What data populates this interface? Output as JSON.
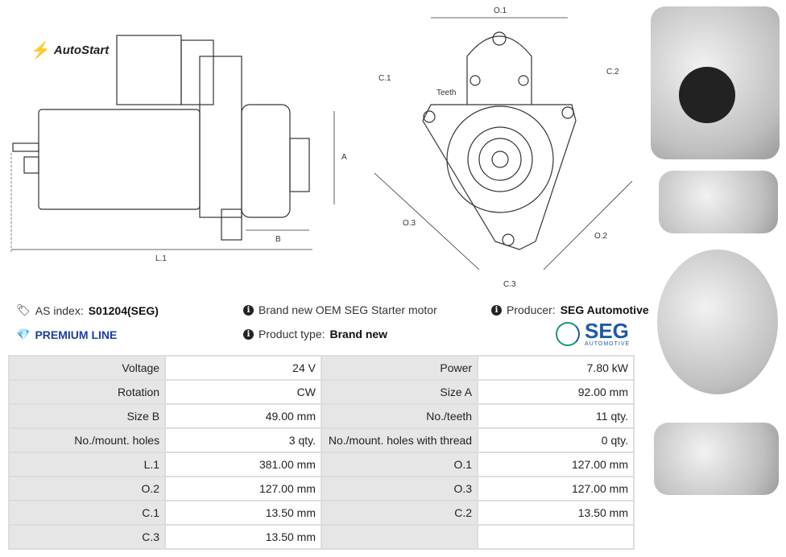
{
  "brand": {
    "logo_text": "AutoStart"
  },
  "drawing": {
    "labels": {
      "A": "A",
      "B": "B",
      "L1": "L.1",
      "O1": "O.1",
      "O2": "O.2",
      "O3": "O.3",
      "C1": "C.1",
      "C2": "C.2",
      "C3": "C.3",
      "teeth": "Teeth"
    }
  },
  "info": {
    "as_index_label": "AS index:",
    "as_index_value": "S01204(SEG)",
    "premium": "PREMIUM LINE",
    "description": "Brand new OEM SEG Starter motor",
    "product_type_label": "Product type:",
    "product_type_value": "Brand new",
    "producer_label": "Producer:",
    "producer_value": "SEG Automotive",
    "producer_logo": "SEG",
    "producer_logo_sub": "AUTOMOTIVE"
  },
  "specs": [
    [
      "Voltage",
      "24 V",
      "Power",
      "7.80 kW"
    ],
    [
      "Rotation",
      "CW",
      "Size A",
      "92.00 mm"
    ],
    [
      "Size B",
      "49.00 mm",
      "No./teeth",
      "11 qty."
    ],
    [
      "No./mount. holes",
      "3 qty.",
      "No./mount. holes with thread",
      "0 qty."
    ],
    [
      "L.1",
      "381.00 mm",
      "O.1",
      "127.00 mm"
    ],
    [
      "O.2",
      "127.00 mm",
      "O.3",
      "127.00 mm"
    ],
    [
      "C.1",
      "13.50 mm",
      "C.2",
      "13.50 mm"
    ],
    [
      "C.3",
      "13.50 mm",
      "",
      ""
    ]
  ],
  "colors": {
    "accent": "#1a3fa0",
    "logo_red": "#e01b1b",
    "seg_blue": "#1c5aa6",
    "seg_green": "#1a9a6a"
  }
}
